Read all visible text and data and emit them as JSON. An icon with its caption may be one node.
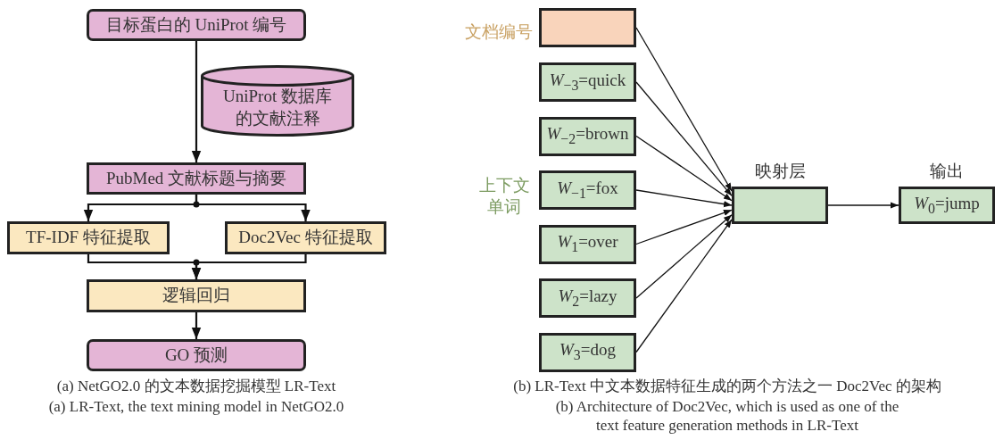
{
  "diagram": {
    "nodes": [
      {
        "text": [
          "目标蛋白的 UniProt 编号"
        ]
      },
      {
        "text": [
          "UniProt 数据库的文献注释"
        ]
      },
      {
        "text": [
          "PubMed 文献标题与摘要"
        ]
      },
      {
        "text": [
          "TF-IDF 特征提取"
        ]
      },
      {
        "text": [
          "Doc2Vec 特征提取"
        ]
      },
      {
        "text": [
          "逻辑回归"
        ]
      },
      {
        "text": [
          "GO 预测"
        ]
      },
      {
        "text": [
          "文档编号"
        ]
      },
      {
        "text": [
          "*W*$_{−3}$=quick"
        ]
      },
      {
        "text": [
          "*W*$_{−2}$=brown"
        ]
      },
      {
        "text": [
          "*W*$_{−1}$=fox"
        ]
      },
      {
        "text": [
          "*W*$_{1}$=over"
        ]
      },
      {
        "text": [
          "*W*$_{2}$=lazy"
        ]
      },
      {
        "text": [
          "*W*$_{3}$=dog"
        ]
      },
      {
        "text": [
          "映射层"
        ]
      },
      {
        "text": [
          "输出",
          "*W*$_{0}$=jump"
        ]
      }
    ],
    "edges": [
      {
        "from": 0,
        "to": 2,
        "arrow": "to"
      },
      {
        "from": 2,
        "to": 3,
        "arrow": "to"
      },
      {
        "from": 2,
        "to": 4,
        "arrow": "to"
      },
      {
        "from": 3,
        "to": 5,
        "arrow": "to"
      },
      {
        "from": 4,
        "to": 5,
        "arrow": "to"
      },
      {
        "from": 5,
        "to": 6,
        "arrow": "to"
      },
      {
        "from": 7,
        "to": 14,
        "arrow": "to"
      },
      {
        "from": 8,
        "to": 14,
        "arrow": "to"
      },
      {
        "from": 9,
        "to": 14,
        "arrow": "to"
      },
      {
        "from": 10,
        "to": 14,
        "arrow": "to"
      },
      {
        "from": 11,
        "to": 14,
        "arrow": "to"
      },
      {
        "from": 12,
        "to": 14,
        "arrow": "to"
      },
      {
        "from": 13,
        "to": 14,
        "arrow": "to"
      },
      {
        "from": 14,
        "to": 15,
        "arrow": "to"
      }
    ],
    "labels": [
      "上下文单词",
      "(a) NetGO2.0 的文本数据挖掘模型 LR-Text",
      "(a) LR-Text, the text mining model in NetGO2.0",
      "(b) LR-Text 中文本数据特征生成的两个方法之一 Doc2Vec 的架构",
      "(b) Architecture of Doc2Vec, which is used as one of the text feature generation methods in LR-Text"
    ]
  }
}
